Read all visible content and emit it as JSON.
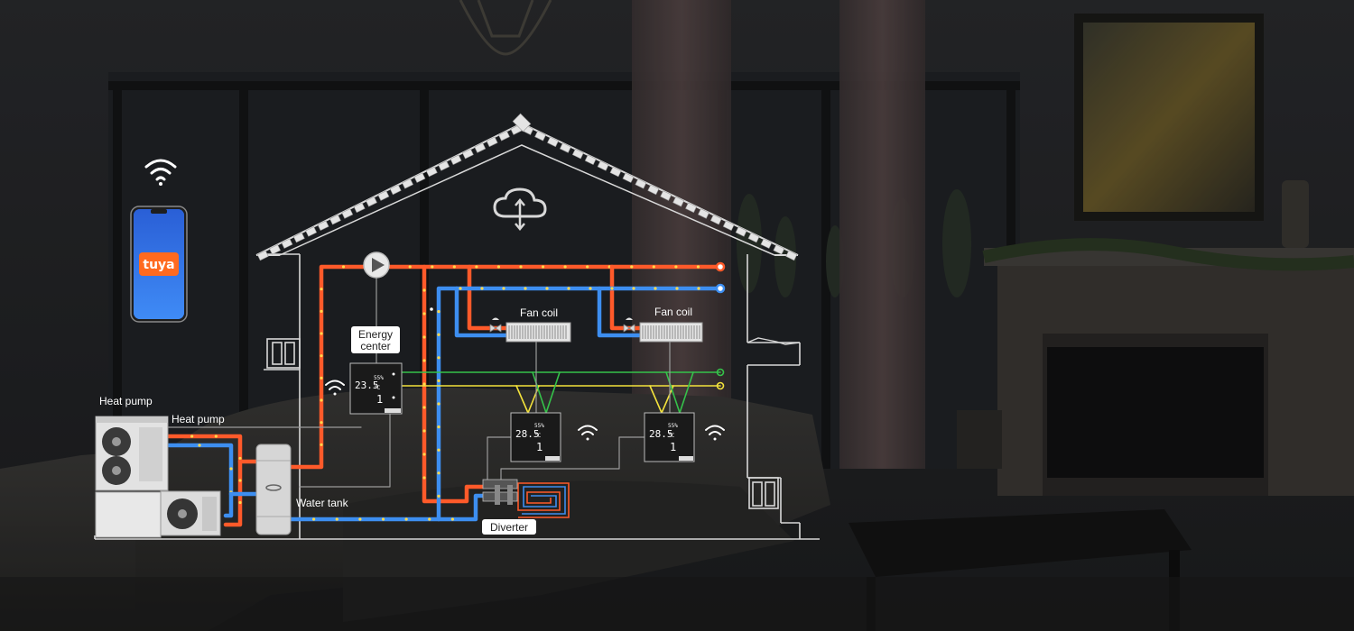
{
  "labels": {
    "heat_pump_top": "Heat pump",
    "heat_pump_side": "Heat pump",
    "water_tank": "Water tank",
    "diverter": "Diverter",
    "energy_center_line1": "Energy",
    "energy_center_line2": "center",
    "fan_coil_left": "Fan coil",
    "fan_coil_right": "Fan coil"
  },
  "app": {
    "brand": "tuya"
  },
  "thermostats": {
    "energy_center": {
      "temp": "23.5",
      "unit": "°C",
      "humidity": "55%",
      "big_digit": "1"
    },
    "left": {
      "temp": "28.5",
      "unit": "°C",
      "humidity": "55%",
      "big_digit": "1"
    },
    "right": {
      "temp": "28.5",
      "unit": "°C",
      "humidity": "55%",
      "big_digit": "1"
    }
  },
  "colors": {
    "hot_pipe": "#ff5a2a",
    "cold_pipe": "#3d8ef0",
    "signal_green": "#35c24a",
    "signal_yellow": "#f3e23c",
    "house_line": "#d8d8d8",
    "brand_orange": "#ff6a1f",
    "dot": "#ffd84a"
  },
  "icons": {
    "wifi": "wifi-icon",
    "cloud": "cloud-sync-icon",
    "pump": "circulation-pump-icon",
    "phone": "smartphone-icon",
    "fan_coil": "fan-coil-icon",
    "thermostat": "thermostat-icon"
  }
}
